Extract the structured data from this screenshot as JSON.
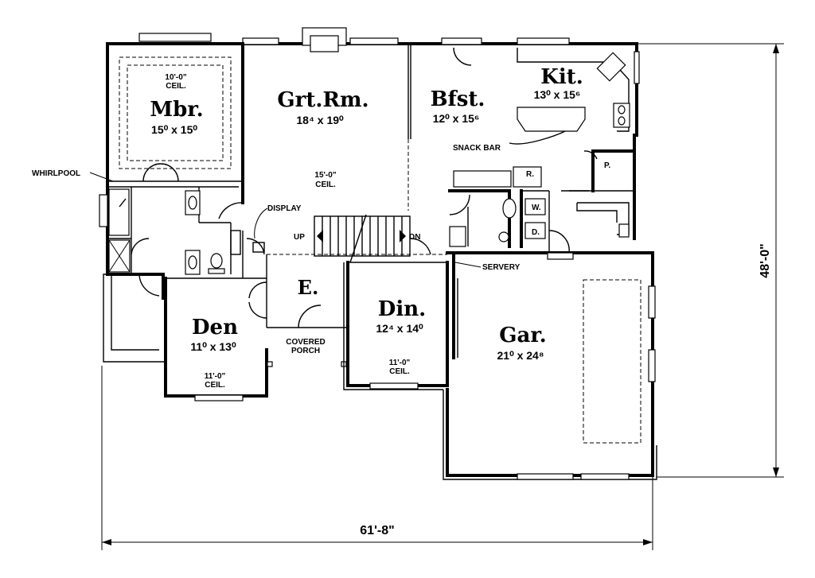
{
  "rooms": {
    "mbr": {
      "name": "Mbr.",
      "dims": "15⁰ x 15⁰",
      "ceil_height": "10'-0\"",
      "ceil_word": "CEIL."
    },
    "grt": {
      "name": "Grt.Rm.",
      "dims": "18⁴ x 19⁰",
      "ceil_height": "15'-0\"",
      "ceil_word": "CEIL."
    },
    "bfst": {
      "name": "Bfst.",
      "dims": "12⁰ x 15⁶"
    },
    "kit": {
      "name": "Kit.",
      "dims": "13⁰ x 15⁶"
    },
    "den": {
      "name": "Den",
      "dims": "11⁰ x 13⁰",
      "ceil_height": "11'-0\"",
      "ceil_word": "CEIL."
    },
    "entry": {
      "name": "E."
    },
    "din": {
      "name": "Din.",
      "dims": "12⁴ x 14⁰",
      "ceil_height": "11'-0\"",
      "ceil_word": "CEIL."
    },
    "gar": {
      "name": "Gar.",
      "dims": "21⁰ x 24⁸"
    }
  },
  "labels": {
    "whirlpool": "WHIRLPOOL",
    "display": "DISPLAY",
    "up": "UP",
    "dn": "DN",
    "snack_bar": "SNACK BAR",
    "servery": "SERVERY",
    "covered": "COVERED",
    "porch": "PORCH",
    "pantry": "P.",
    "washer": "W.",
    "dryer": "D.",
    "refrigerator": "R."
  },
  "dimensions": {
    "width": "61'-8\"",
    "depth": "48'-0\""
  }
}
